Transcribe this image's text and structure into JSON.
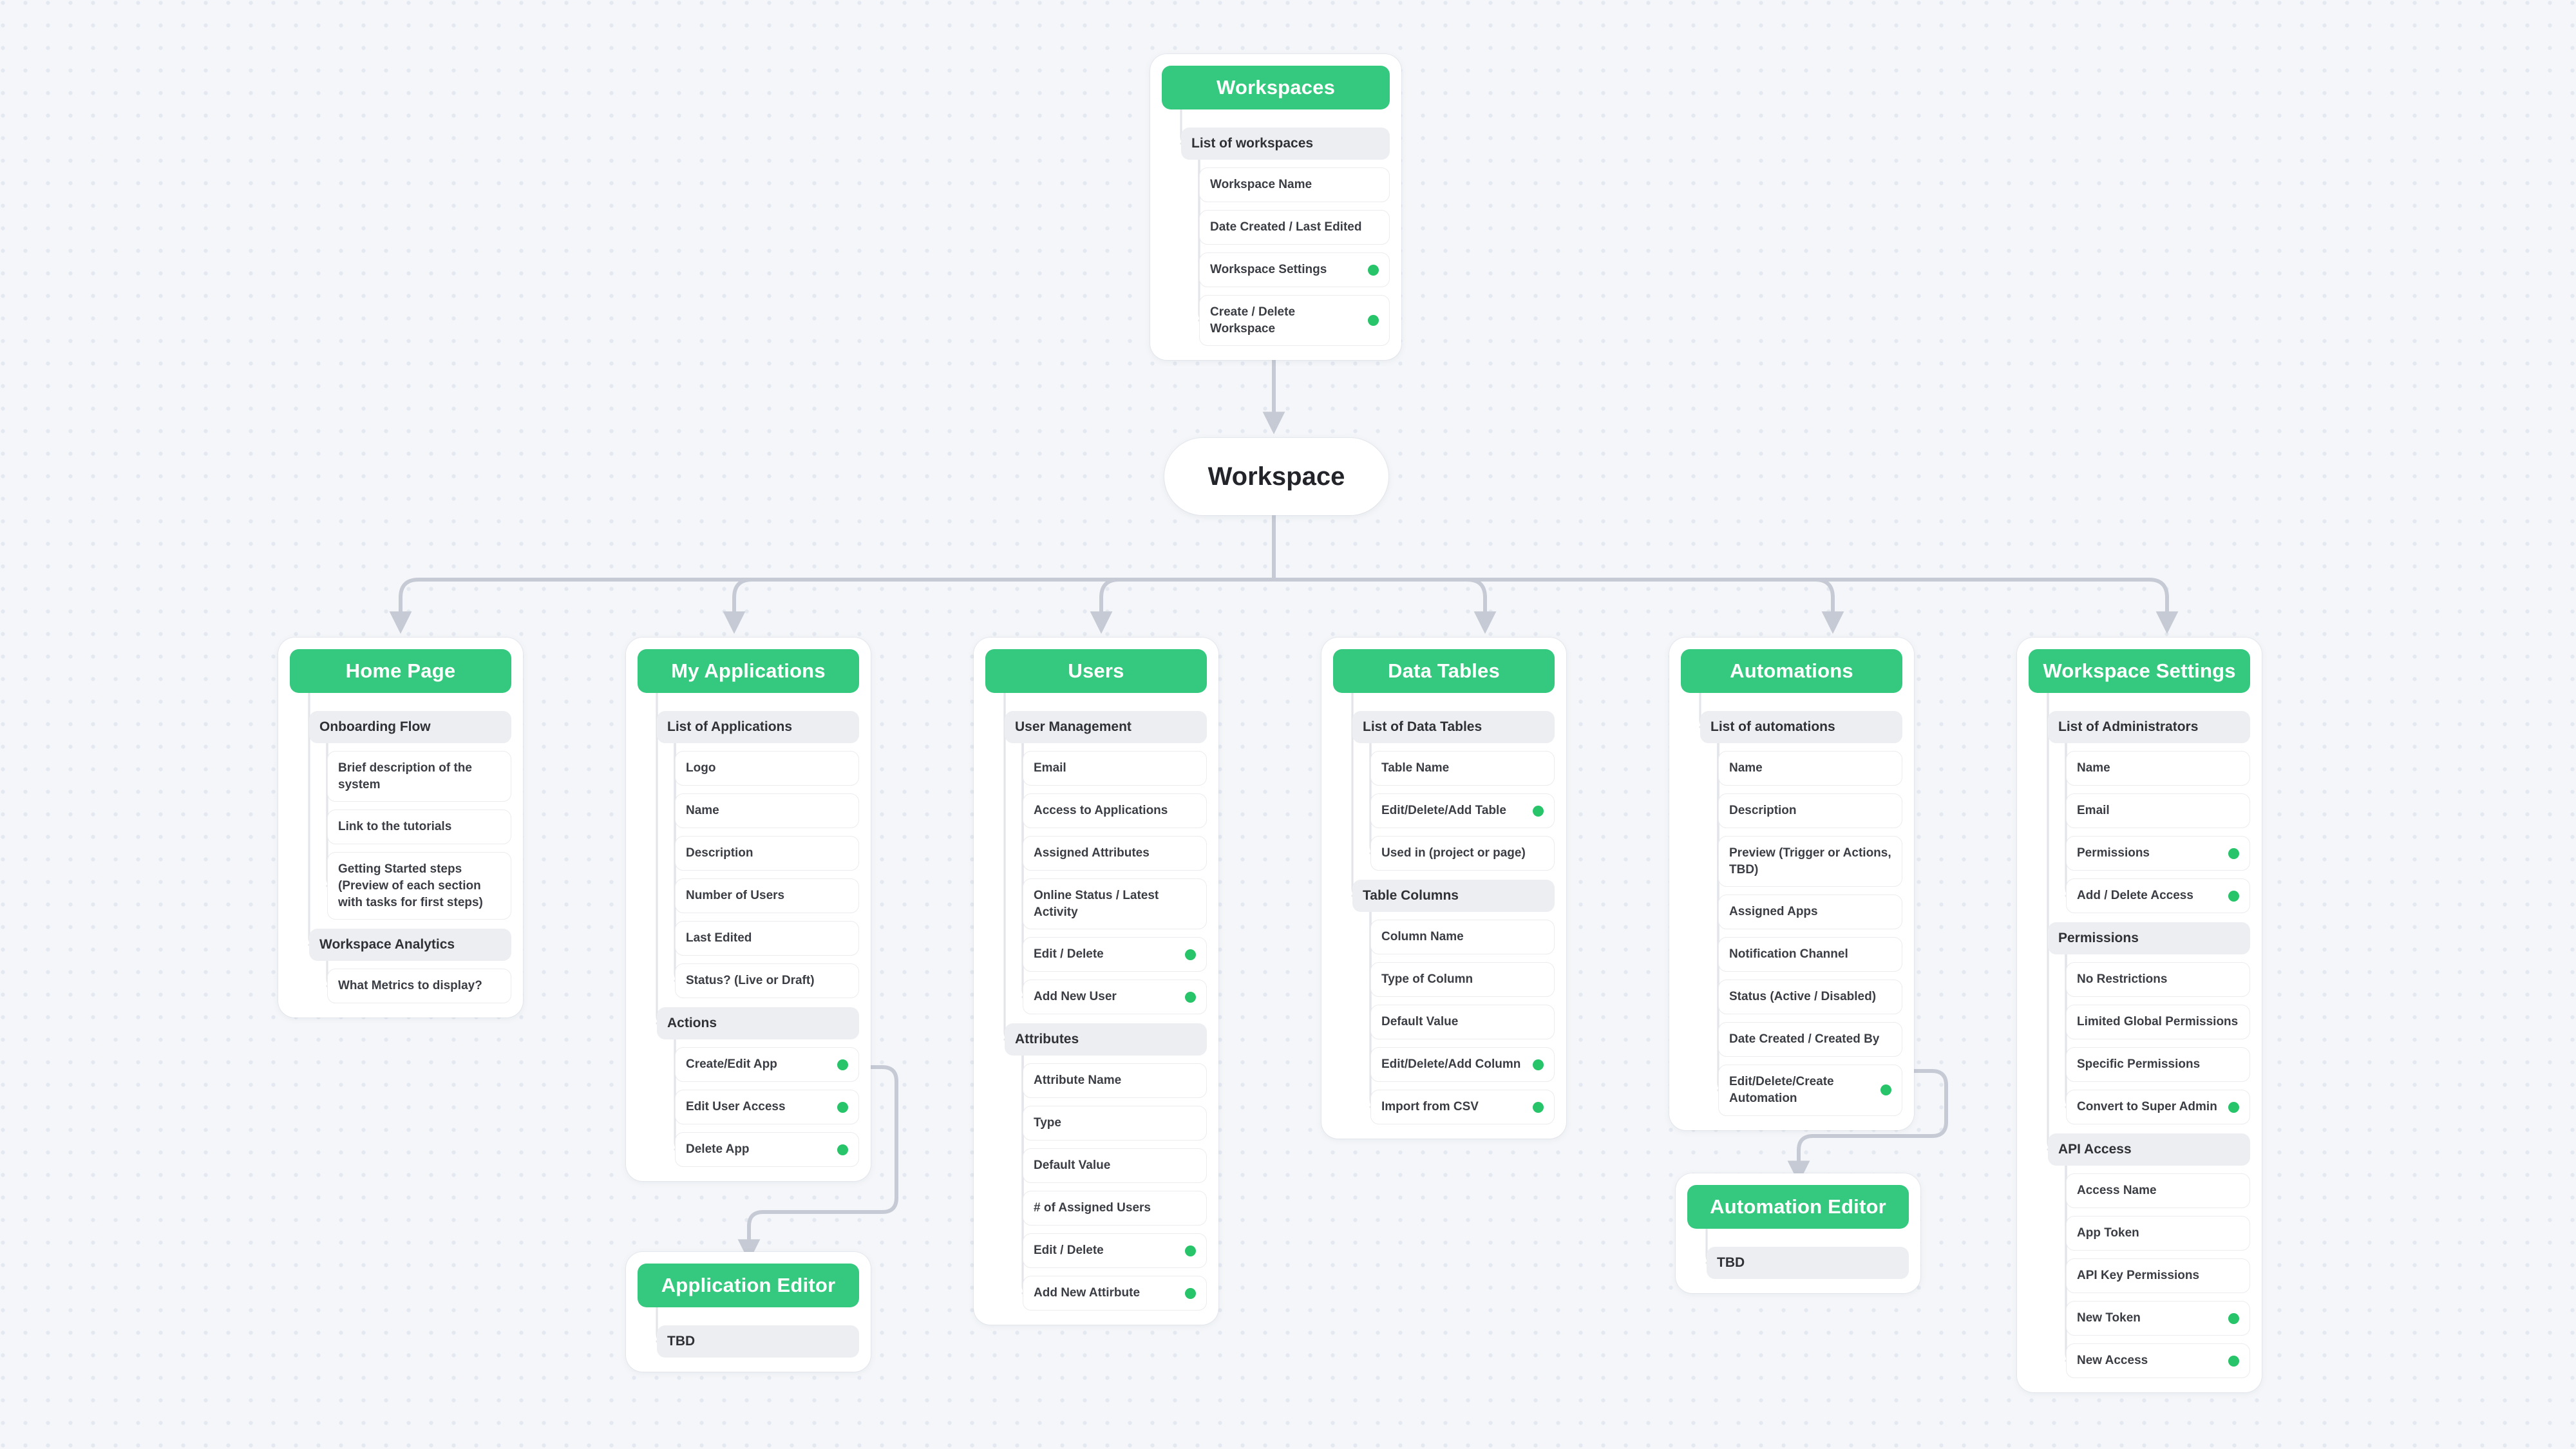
{
  "theme": {
    "accent_green": "#35c97f",
    "dot_green": "#27c469",
    "canvas_bg": "#f4f6f9",
    "group_bg": "#edeef1",
    "connector": "#c6cad4"
  },
  "root": {
    "title": "Workspaces",
    "groups": [
      {
        "label": "List of workspaces",
        "items": [
          {
            "label": "Workspace Name",
            "dot": false
          },
          {
            "label": "Date Created / Last Edited",
            "dot": false
          },
          {
            "label": "Workspace Settings",
            "dot": true
          },
          {
            "label": "Create / Delete Workspace",
            "dot": true
          }
        ]
      }
    ]
  },
  "hub": {
    "title": "Workspace"
  },
  "columns": [
    {
      "title": "Home Page",
      "groups": [
        {
          "label": "Onboarding Flow",
          "items": [
            {
              "label": "Brief description of the system",
              "dot": false
            },
            {
              "label": "Link to the tutorials",
              "dot": false
            },
            {
              "label": "Getting Started steps (Preview of each section with tasks for first steps)",
              "dot": false
            }
          ]
        },
        {
          "label": "Workspace Analytics",
          "items": [
            {
              "label": "What Metrics to display?",
              "dot": false
            }
          ]
        }
      ]
    },
    {
      "title": "My Applications",
      "groups": [
        {
          "label": "List of Applications",
          "items": [
            {
              "label": "Logo",
              "dot": false
            },
            {
              "label": "Name",
              "dot": false
            },
            {
              "label": "Description",
              "dot": false
            },
            {
              "label": "Number of Users",
              "dot": false
            },
            {
              "label": "Last Edited",
              "dot": false
            },
            {
              "label": "Status? (Live or Draft)",
              "dot": false
            }
          ]
        },
        {
          "label": "Actions",
          "items": [
            {
              "label": "Create/Edit App",
              "dot": true
            },
            {
              "label": "Edit User Access",
              "dot": true
            },
            {
              "label": "Delete App",
              "dot": true
            }
          ]
        }
      ]
    },
    {
      "title": "Users",
      "groups": [
        {
          "label": "User Management",
          "items": [
            {
              "label": "Email",
              "dot": false
            },
            {
              "label": "Access to Applications",
              "dot": false
            },
            {
              "label": "Assigned Attributes",
              "dot": false
            },
            {
              "label": "Online Status / Latest Activity",
              "dot": false
            },
            {
              "label": "Edit / Delete",
              "dot": true
            },
            {
              "label": "Add New User",
              "dot": true
            }
          ]
        },
        {
          "label": "Attributes",
          "items": [
            {
              "label": "Attribute Name",
              "dot": false
            },
            {
              "label": "Type",
              "dot": false
            },
            {
              "label": "Default Value",
              "dot": false
            },
            {
              "label": "# of Assigned Users",
              "dot": false
            },
            {
              "label": "Edit / Delete",
              "dot": true
            },
            {
              "label": "Add New Attirbute",
              "dot": true
            }
          ]
        }
      ]
    },
    {
      "title": "Data Tables",
      "groups": [
        {
          "label": "List of Data Tables",
          "items": [
            {
              "label": "Table Name",
              "dot": false
            },
            {
              "label": "Edit/Delete/Add Table",
              "dot": true
            },
            {
              "label": "Used in (project or page)",
              "dot": false
            }
          ]
        },
        {
          "label": "Table Columns",
          "items": [
            {
              "label": "Column Name",
              "dot": false
            },
            {
              "label": "Type of Column",
              "dot": false
            },
            {
              "label": "Default Value",
              "dot": false
            },
            {
              "label": "Edit/Delete/Add Column",
              "dot": true
            },
            {
              "label": "Import from CSV",
              "dot": true
            }
          ]
        }
      ]
    },
    {
      "title": "Automations",
      "groups": [
        {
          "label": "List of automations",
          "items": [
            {
              "label": "Name",
              "dot": false
            },
            {
              "label": "Description",
              "dot": false
            },
            {
              "label": "Preview (Trigger or Actions, TBD)",
              "dot": false
            },
            {
              "label": "Assigned Apps",
              "dot": false
            },
            {
              "label": "Notification Channel",
              "dot": false
            },
            {
              "label": "Status (Active / Disabled)",
              "dot": false
            },
            {
              "label": "Date Created / Created By",
              "dot": false
            },
            {
              "label": "Edit/Delete/Create Automation",
              "dot": true
            }
          ]
        }
      ]
    },
    {
      "title": "Workspace Settings",
      "groups": [
        {
          "label": "List of Administrators",
          "items": [
            {
              "label": "Name",
              "dot": false
            },
            {
              "label": "Email",
              "dot": false
            },
            {
              "label": "Permissions",
              "dot": true
            },
            {
              "label": "Add / Delete Access",
              "dot": true
            }
          ]
        },
        {
          "label": "Permissions",
          "items": [
            {
              "label": "No Restrictions",
              "dot": false
            },
            {
              "label": "Limited Global Permissions",
              "dot": false
            },
            {
              "label": "Specific Permissions",
              "dot": false
            },
            {
              "label": "Convert to Super Admin",
              "dot": true
            }
          ]
        },
        {
          "label": "API Access",
          "items": [
            {
              "label": "Access Name",
              "dot": false
            },
            {
              "label": "App Token",
              "dot": false
            },
            {
              "label": "API Key Permissions",
              "dot": false
            },
            {
              "label": "New Token",
              "dot": true
            },
            {
              "label": "New Access",
              "dot": true
            }
          ]
        }
      ]
    }
  ],
  "editors": [
    {
      "title": "Application Editor",
      "groups": [
        {
          "label": "TBD",
          "items": []
        }
      ]
    },
    {
      "title": "Automation Editor",
      "groups": [
        {
          "label": "TBD",
          "items": []
        }
      ]
    }
  ]
}
